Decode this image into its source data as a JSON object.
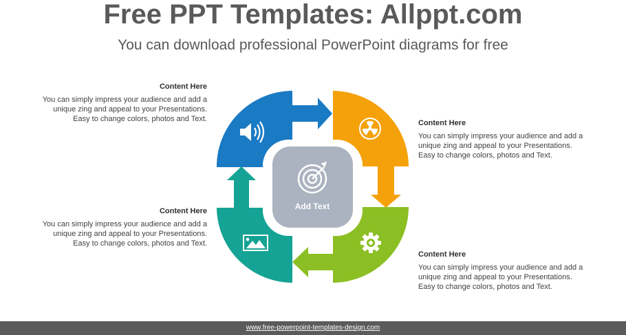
{
  "header": {
    "title": "Free PPT Templates: Allppt.com",
    "subtitle": "You can download professional PowerPoint diagrams for free"
  },
  "blocks": [
    {
      "heading": "Content  Here",
      "line1": "You can simply impress your audience and add a",
      "line2": "unique zing and appeal to your Presentations.",
      "line3": "Easy to change colors, photos and Text."
    },
    {
      "heading": "Content  Here",
      "line1": "You can simply impress your audience and add a",
      "line2": "unique zing and appeal to your Presentations.",
      "line3": "Easy to change colors, photos and Text."
    },
    {
      "heading": "Content  Here",
      "line1": "You can simply impress your audience and add a",
      "line2": "unique zing and appeal to your Presentations.",
      "line3": "Easy to change colors, photos and Text."
    },
    {
      "heading": "Content  Here",
      "line1": "You can simply impress your audience and add a",
      "line2": "unique zing and appeal to your Presentations.",
      "line3": "Easy to change colors, photos and Text."
    }
  ],
  "diagram": {
    "center_label": "Add Text",
    "segments": [
      {
        "position": "top-left",
        "color": "#1a7ac4",
        "icon": "speaker-icon"
      },
      {
        "position": "top-right",
        "color": "#f5a10a",
        "icon": "radiation-icon"
      },
      {
        "position": "bottom-right",
        "color": "#8bbf23",
        "icon": "gear-icon"
      },
      {
        "position": "bottom-left",
        "color": "#14a394",
        "icon": "image-icon"
      }
    ],
    "center_color": "#aab3bf",
    "center_icon": "target-icon"
  },
  "footer": {
    "link": "www.free-powerpoint-templates-design.com"
  }
}
